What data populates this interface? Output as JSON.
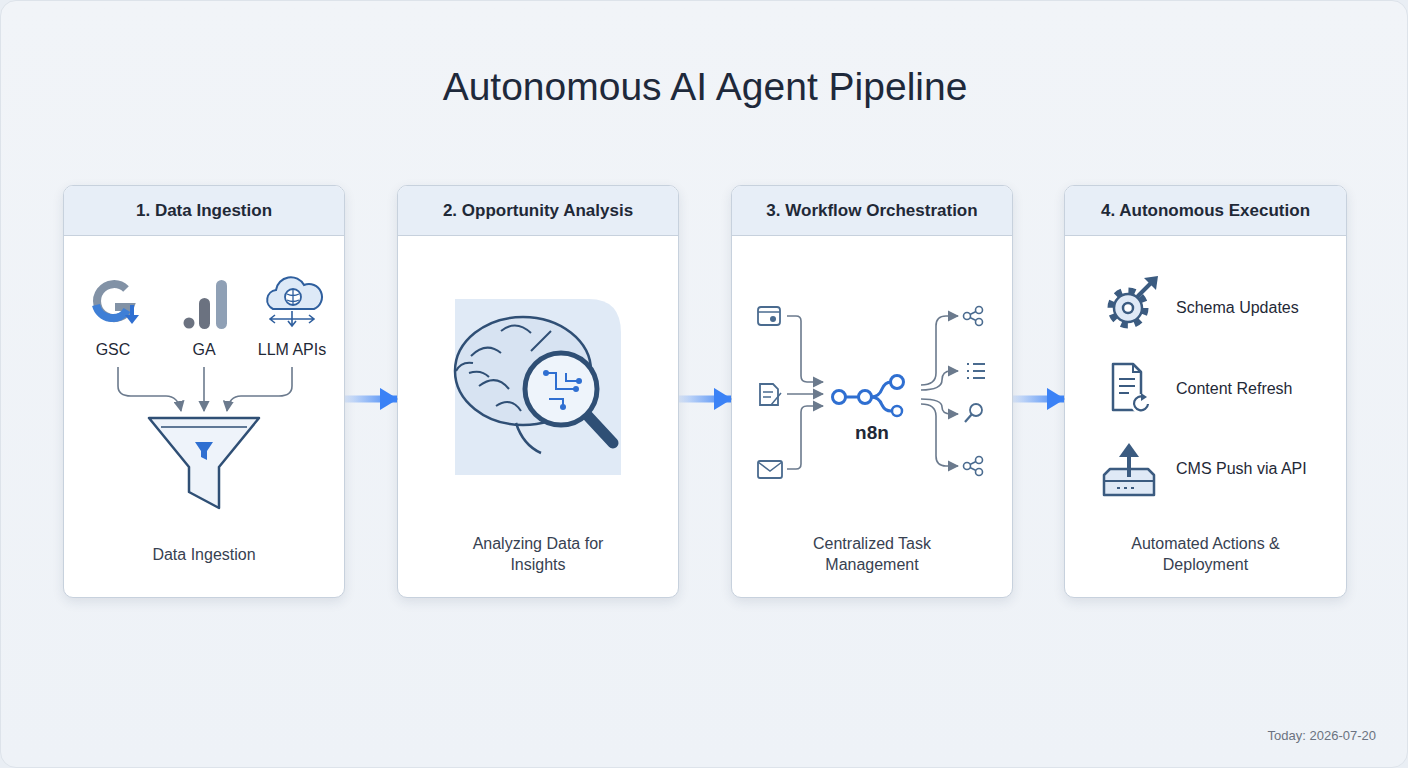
{
  "diagram": {
    "title": "Autonomous AI Agent Pipeline",
    "nodes": [
      {
        "text": [
          "1. Data Ingestion",
          "Data Ingestion"
        ]
      },
      {
        "text": [
          "2. Opportunity Analysis",
          "Analyzing Data for Insights"
        ]
      },
      {
        "text": [
          "3. Workflow Orchestration",
          "Centralized Task Management"
        ]
      },
      {
        "text": [
          "4. Autonomous Execution",
          "Automated Actions & Deployment"
        ]
      }
    ],
    "edges": [
      {
        "from": 0,
        "to": 1,
        "arrow": "to"
      },
      {
        "from": 1,
        "to": 2,
        "arrow": "to"
      },
      {
        "from": 2,
        "to": 3,
        "arrow": "to"
      }
    ],
    "labels": [
      "GSC",
      "GA",
      "LLM APIs",
      "n8n",
      "Schema Updates",
      "Content Refresh",
      "CMS Push via API",
      "Today: 2026-07-20"
    ]
  }
}
